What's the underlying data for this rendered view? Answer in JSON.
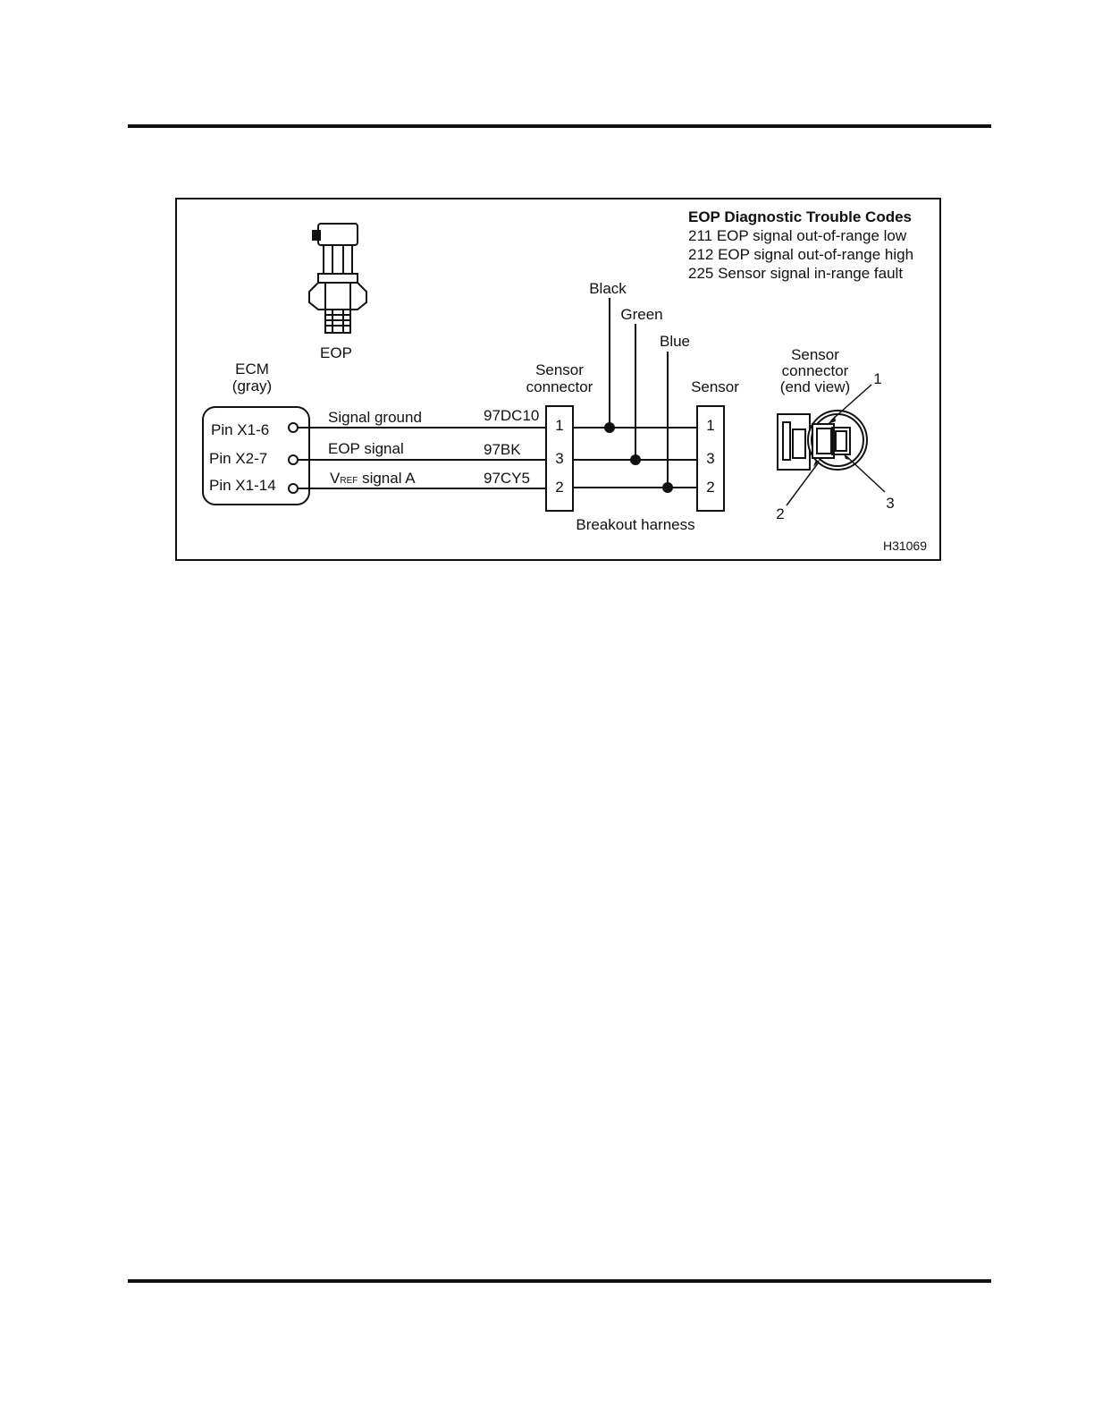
{
  "dtc_panel": {
    "title": "EOP Diagnostic Trouble Codes",
    "codes": [
      "211 EOP signal out-of-range low",
      "212 EOP signal out-of-range high",
      "225 Sensor signal in-range fault"
    ]
  },
  "eop_label": "EOP",
  "ecm": {
    "label_line1": "ECM",
    "label_line2": "(gray)",
    "pins": [
      "Pin X1-6",
      "Pin X2-7",
      "Pin X1-14"
    ]
  },
  "signals": {
    "signal_ground": "Signal ground",
    "eop_signal": "EOP signal",
    "vref_v": "V",
    "vref_sub": "REF",
    "vref_rest": " signal A"
  },
  "circuits": [
    "97DC10",
    "97BK",
    "97CY5"
  ],
  "sensor_connector": {
    "label_line1": "Sensor",
    "label_line2": "connector",
    "pins": [
      "1",
      "3",
      "2"
    ]
  },
  "sensor": {
    "label": "Sensor",
    "pins": [
      "1",
      "3",
      "2"
    ]
  },
  "wire_colors": [
    "Black",
    "Green",
    "Blue"
  ],
  "breakout_label": "Breakout harness",
  "end_view": {
    "label_line1": "Sensor",
    "label_line2": "connector",
    "label_line3": "(end view)",
    "callouts": [
      "1",
      "2",
      "3"
    ]
  },
  "figure_id": "H31069"
}
